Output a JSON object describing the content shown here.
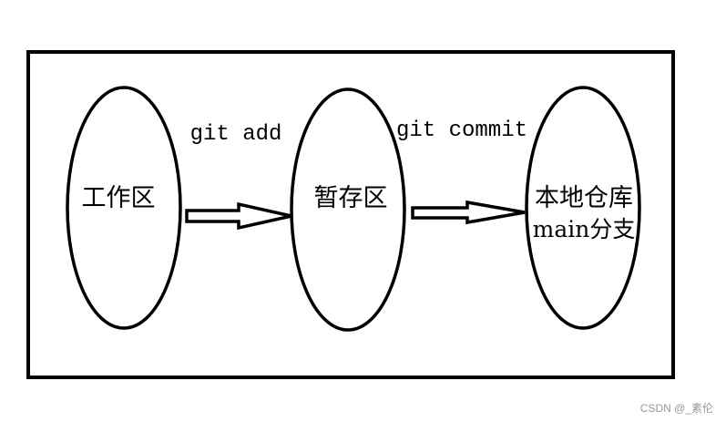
{
  "nodes": [
    {
      "id": "workspace",
      "label": "工作区"
    },
    {
      "id": "staging",
      "label": "暂存区"
    },
    {
      "id": "repo",
      "label_line1": "本地仓库",
      "label_line2": "main分支"
    }
  ],
  "edges": [
    {
      "from": "workspace",
      "to": "staging",
      "label": "git add"
    },
    {
      "from": "staging",
      "to": "repo",
      "label": "git commit"
    }
  ],
  "watermark": "CSDN @_素伦"
}
